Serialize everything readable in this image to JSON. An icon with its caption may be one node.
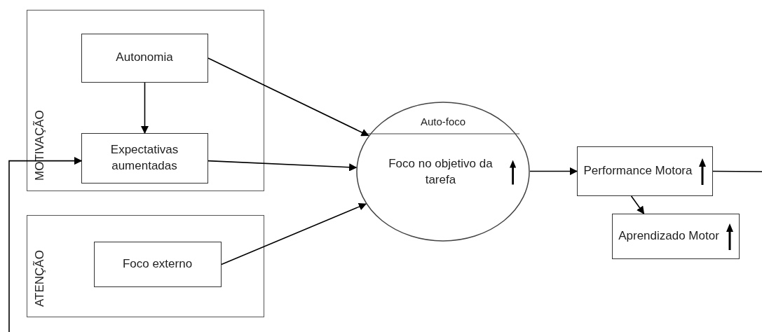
{
  "diagram": {
    "nodes": [
      {
        "text": [
          "MOTIVAÇÃO"
        ]
      },
      {
        "text": [
          "Autonomia"
        ],
        "in": 0
      },
      {
        "text": [
          "Expectativas aumentadas"
        ],
        "in": 0
      },
      {
        "text": [
          "ATENÇÃO"
        ]
      },
      {
        "text": [
          "Foco externo"
        ],
        "in": 3
      },
      {
        "text": [
          "Auto-foco",
          "Foco no objetivo da tarefa"
        ]
      },
      {
        "text": [
          "Performance Motora"
        ]
      },
      {
        "text": [
          "Aprendizado Motor"
        ]
      }
    ],
    "edges": [
      {
        "from": 1,
        "to": 2,
        "arrow": "to"
      },
      {
        "from": 1,
        "to": 5,
        "arrow": "to"
      },
      {
        "from": 2,
        "to": 5,
        "arrow": "to"
      },
      {
        "from": 4,
        "to": 5,
        "arrow": "to"
      },
      {
        "from": 5,
        "to": 6,
        "arrow": "to"
      },
      {
        "from": 6,
        "to": 7,
        "arrow": "to"
      },
      {
        "from": 6,
        "to": null,
        "arrow": "none"
      },
      {
        "from": null,
        "to": 2,
        "arrow": "to"
      }
    ]
  }
}
